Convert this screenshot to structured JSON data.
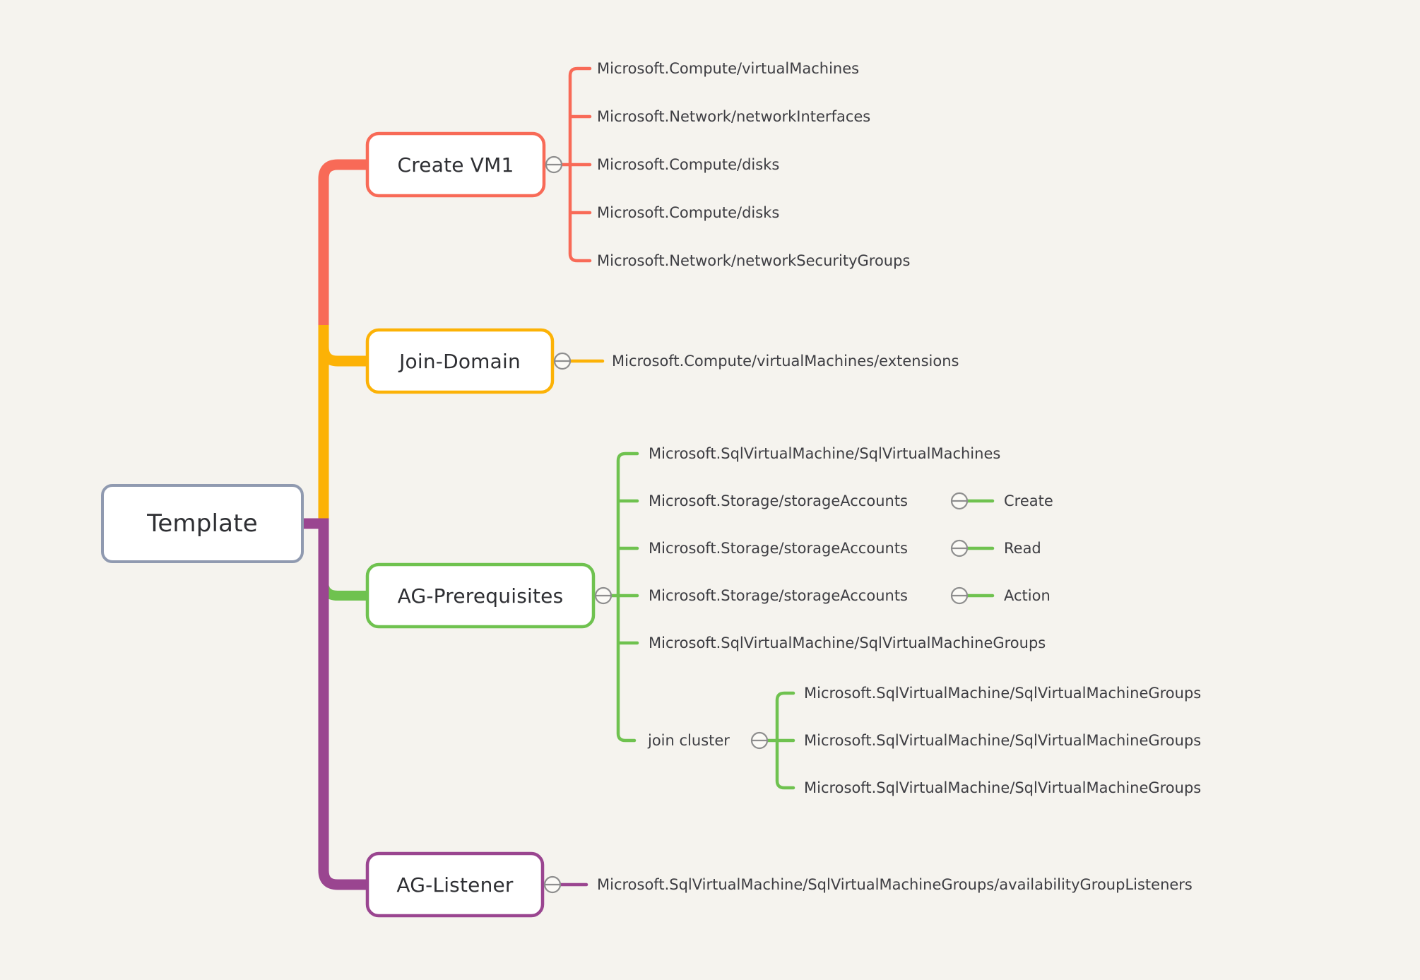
{
  "root": {
    "label": "Template"
  },
  "branches": [
    {
      "label": "Create VM1",
      "color": "#f86a57",
      "children": [
        {
          "label": "Microsoft.Compute/virtualMachines"
        },
        {
          "label": "Microsoft.Network/networkInterfaces"
        },
        {
          "label": "Microsoft.Compute/disks"
        },
        {
          "label": "Microsoft.Compute/disks"
        },
        {
          "label": "Microsoft.Network/networkSecurityGroups"
        }
      ]
    },
    {
      "label": "Join-Domain",
      "color": "#fcb206",
      "children": [
        {
          "label": "Microsoft.Compute/virtualMachines/extensions"
        }
      ]
    },
    {
      "label": "AG-Prerequisites",
      "color": "#6fc24f",
      "children": [
        {
          "label": "Microsoft.SqlVirtualMachine/SqlVirtualMachines"
        },
        {
          "label": "Microsoft.Storage/storageAccounts",
          "action": "Create"
        },
        {
          "label": "Microsoft.Storage/storageAccounts",
          "action": "Read"
        },
        {
          "label": "Microsoft.Storage/storageAccounts",
          "action": "Action"
        },
        {
          "label": "Microsoft.SqlVirtualMachine/SqlVirtualMachineGroups"
        },
        {
          "label": "join cluster",
          "children": [
            {
              "label": "Microsoft.SqlVirtualMachine/SqlVirtualMachineGroups"
            },
            {
              "label": "Microsoft.SqlVirtualMachine/SqlVirtualMachineGroups"
            },
            {
              "label": "Microsoft.SqlVirtualMachine/SqlVirtualMachineGroups"
            }
          ]
        }
      ]
    },
    {
      "label": "AG-Listener",
      "color": "#9a4590",
      "children": [
        {
          "label": "Microsoft.SqlVirtualMachine/SqlVirtualMachineGroups/availabilityGroupListeners"
        }
      ]
    }
  ],
  "ui": {
    "background": "#f5f3ee",
    "root_border_color": "#909ab0",
    "icon_color": "#8e8e8e",
    "collapse_icon": "minus-circle"
  }
}
